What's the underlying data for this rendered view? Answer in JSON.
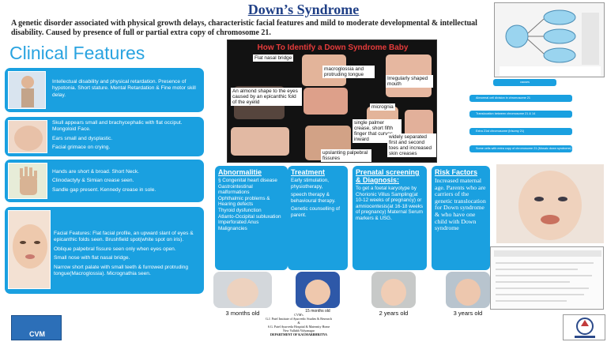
{
  "title": "Down’s Syndrome",
  "intro": "A genetic disorder associated with physical growth delays, characteristic facial features and mild to moderate developmental & intellectual disability. Caused by presence of full or partial extra copy of chromosome 21.",
  "clinical_features": {
    "heading": "Clinical Features",
    "items": [
      {
        "text": [
          "Intellectual disability and physical retardation.   Presence of hypotonia. Short stature.            Mental Retardation & Fine motor skill delay."
        ]
      },
      {
        "text": [
          "Skull appears small and brachycephalic with flat occiput. Mongoloid Face.",
          "Ears small and dysplastic.",
          "Facial grimace on crying."
        ]
      },
      {
        "text": [
          "Hands are short & broad. Short Neck.",
          "Clinodactyly & Simian crease seen.",
          "Sandle gap present. Kennedy crease in sole."
        ]
      },
      {
        "text": [
          "Facial Features:  Flat facial profile, an upward slant of eyes & epicanthic folds seen. Brushfield spot(white spot on iris).",
          " Oblique palpebral fissure seen only when eyes open.",
          "Small nose with flat nasal bridge.",
          "Narrow short palate with small teeth & furrowed protruding tongue(Macroglossia). Micrognathia seen."
        ]
      }
    ]
  },
  "identify": {
    "title": "How To Identify a Down Syndrome Baby",
    "labels": {
      "flat_nasal": "Flat nasal bridge",
      "macroglossia": "macroglossia and protruding tongue",
      "almond": "An almond shape to the eyes caused by an epicanthic fold of the eyelid",
      "mouth": "Irregularly shaped mouth",
      "micrognia": "micrognia",
      "palmer": "single palmer crease, short fifth finger that curves inward",
      "toes": "widely separated first and second toes and increased skin creases",
      "palpebral": "upslanting palpebral fissures"
    }
  },
  "columns": {
    "abnormalities": {
      "heading": "Abnormalitie",
      "items": [
        "§ Congenital heart disease",
        "Gastrointestinal malformations",
        "Ophthalmic problems & Hearing defects",
        "Thyroid dysfunction",
        "Atlanto-Occipital subluxation",
        "Imperforated Anus",
        "  Malignancies"
      ]
    },
    "treatment": {
      "heading": "Treatment",
      "items": [
        "Early stimulation, physiotherapy,",
        "speech therapy & behavioural therapy.",
        "Genetic counselling of parent."
      ]
    },
    "prenatal": {
      "heading": "Prenatal screening & Diagnosis:",
      "items": [
        "To get a foetal karyotype by Chorionic Villus Sampling(at 10-12 weeks of pregnancy) or amniocentesis(at 16-18 weeks of pregnancy) Maternal Serum markers & USG."
      ]
    },
    "risk": {
      "heading": "Risk Factors",
      "items": [
        " Increased maternal age. Parents who are carriers of the genetic translocation for Down syndrome & who have one child with Down syndrome"
      ]
    }
  },
  "causes": {
    "heading": "causes",
    "items": [
      "Abnormal cell division in chromosome 21",
      "Translocation between chromosome 21 & 14",
      "Extra 21st chromosome (trisomy 21)",
      "Some cells with extra copy of chromosome 21 (Mosaic down syndrome)"
    ]
  },
  "ages": [
    "3 months old",
    "15 months old",
    "2 years old",
    "3 years old"
  ],
  "credits": {
    "line1": "CVM's",
    "line2": "G.J. Patel Institute of Ayurvedic Studies & Research",
    "line3": "&",
    "line4": "S.G. Patel Ayurveda Hospital & Maternity Home",
    "line5": "New Vallabh Vidyanagar",
    "dept": "DEPARTMENT OF KAUMARBHRITYA"
  },
  "logo_left": "CVM",
  "colors": {
    "accent": "#1aa0e0",
    "title": "#1f3f86",
    "cf_title": "#29a3e0"
  }
}
